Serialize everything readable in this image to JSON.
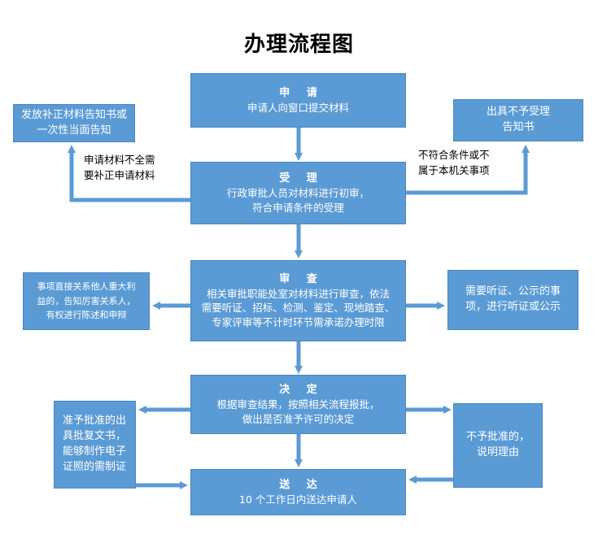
{
  "title": "办理流程图",
  "steps": {
    "apply": {
      "head": "申 请",
      "body": "申请人向窗口提交材料"
    },
    "accept": {
      "head": "受 理",
      "lines": [
        "行政审批人员对材料进行初审，",
        "符合申请条件的受理"
      ]
    },
    "review": {
      "head": "审 查",
      "lines": [
        "相关审批职能处室对材料进行审查，依法",
        "需要听证、招标、检测、鉴定、现地踏查、",
        "专家评审等不计时环节需承诺办理时限"
      ]
    },
    "decide": {
      "head": "决 定",
      "lines": [
        "根据审查结果，按照相关流程报批，",
        "做出是否准予许可的决定"
      ]
    },
    "deliver": {
      "head": "送 达",
      "body": "10 个工作日内送达申请人"
    }
  },
  "side_boxes": {
    "supplement": {
      "lines": [
        "发放补正材料告知书或",
        "一次性当面告知"
      ]
    },
    "reject_notice": {
      "lines": [
        "出具不予受理",
        "告知书"
      ]
    },
    "notify_parties": {
      "lines": [
        "事项直接关系他人重大利",
        "益的，告知厉害关系人，",
        "有权进行陈述和申辩"
      ]
    },
    "hearing": {
      "lines": [
        "需要听证、公示的事",
        "项，进行听证或公示"
      ]
    },
    "approve": {
      "lines": [
        "准予批准的出",
        "具批复文书，",
        "能够制作电子",
        "证照的需制证"
      ]
    },
    "deny": {
      "lines": [
        "不予批准的，",
        "说明理由"
      ]
    }
  },
  "labels": {
    "incomplete": [
      "申请材料不全需",
      "要补正申请材料"
    ],
    "not_eligible": [
      "不符合条件或不",
      "属于本机关事项"
    ]
  },
  "colors": {
    "box_fill": "#5b9bd5",
    "box_border": "#4a86c0",
    "arrow": "#5b9bd5",
    "text_on_box": "#ffffff"
  }
}
